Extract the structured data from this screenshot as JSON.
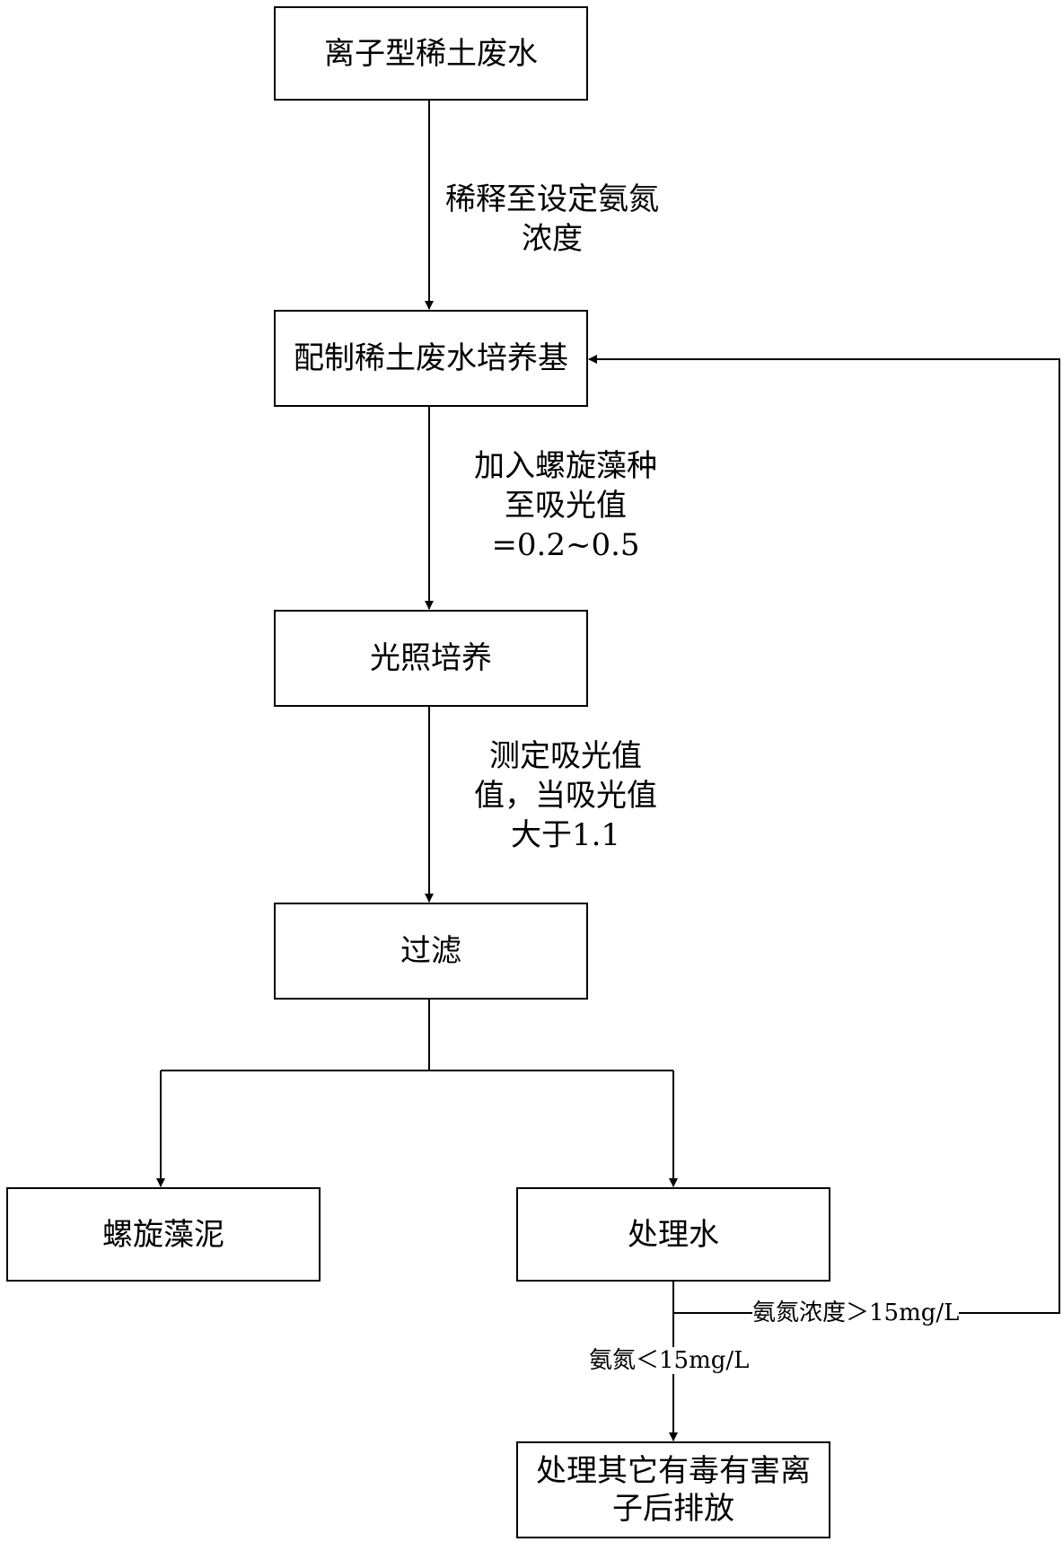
{
  "nodes": {
    "wastewater": "离子型稀土废水",
    "prepare_medium": "配制稀土废水培养基",
    "light_culture": "光照培养",
    "filter": "过滤",
    "algae_mud": "螺旋藻泥",
    "treated_water": "处理水",
    "discharge": "处理其它有毒有害离子后排放"
  },
  "edges": {
    "dilute": "稀释至设定氨氮浓度",
    "add_algae": [
      "加入螺旋藻种",
      "至吸光值",
      "=0.2~0.5"
    ],
    "measure": [
      "测定吸光值",
      "值，当吸光值",
      "大于1.1"
    ],
    "recycle": "氨氮浓度＞15mg/L",
    "pass": "氨氮＜15mg/L"
  },
  "colors": {
    "stroke": "#000000",
    "background": "#ffffff"
  }
}
